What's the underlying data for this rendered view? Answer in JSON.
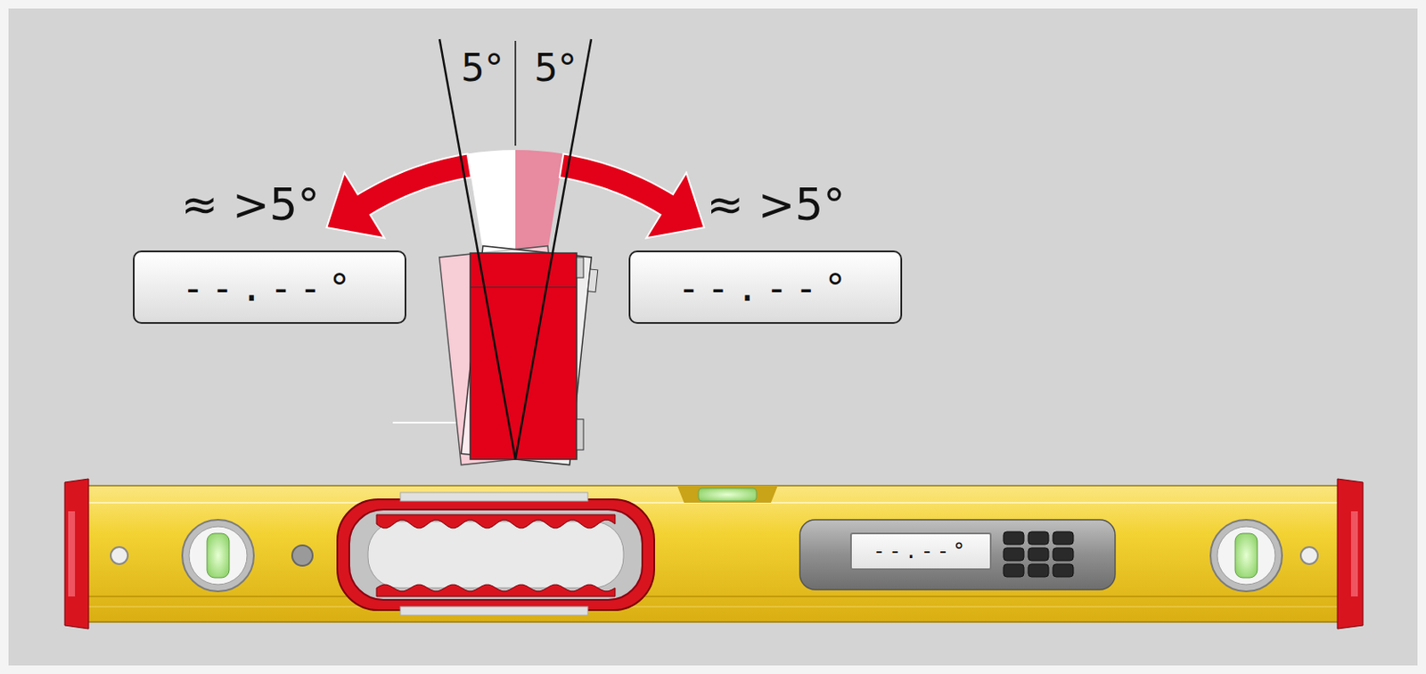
{
  "diagram": {
    "nodes": [
      {
        "text": [
          "--.--°"
        ]
      },
      {
        "text": [
          "--.--°"
        ]
      },
      {
        "text": [
          "--.--°"
        ]
      }
    ],
    "labels": [
      "5°",
      "5°",
      "≈ >5°",
      "≈ >5°"
    ]
  }
}
